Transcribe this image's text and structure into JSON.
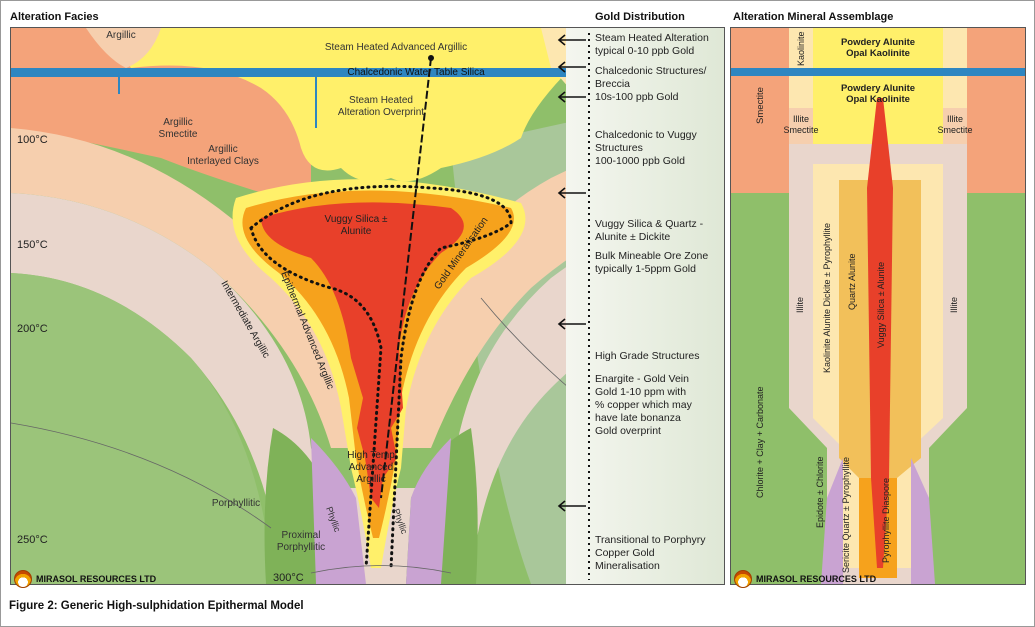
{
  "headers": {
    "alteration_facies": "Alteration Facies",
    "gold_distribution": "Gold Distribution",
    "assemblage": "Alteration Mineral Assemblage"
  },
  "facies": {
    "argillic_top": "Argillic",
    "steam_heated_argillic": "Steam Heated Advanced Argillic",
    "water_table": "Chalcedonic Water Table Silica",
    "steam_heated_overprint_1": "Steam Heated",
    "steam_heated_overprint_2": "Alteration Overprint",
    "argillic_smectite_1": "Argillic",
    "argillic_smectite_2": "Smectite",
    "argillic_interlayered_1": "Argillic",
    "argillic_interlayered_2": "Interlayed Clays",
    "vuggy_1": "Vuggy Silica ±",
    "vuggy_2": "Alunite",
    "gold_mineralisation": "Gold Mineralisation",
    "epithermal_advanced_argillic": "Epithermal Advanced Argillic",
    "intermediate_argillic": "Intermediate Argillic",
    "high_temp_1": "High Temp",
    "high_temp_2": "Advanced",
    "high_temp_3": "Argillic",
    "phyllic_left": "Phyllic",
    "phyllic_right": "Phyllic",
    "porphyllitic": "Porphyllitic",
    "proximal_1": "Proximal",
    "proximal_2": "Porphyllitic"
  },
  "temperatures": [
    "100°C",
    "150°C",
    "200°C",
    "250°C",
    "300°C"
  ],
  "gold_distribution": [
    {
      "lines": [
        "Steam Heated Alteration",
        "typical 0-10 ppb Gold"
      ]
    },
    {
      "lines": [
        "Chalcedonic Structures/",
        "Breccia",
        "10s-100 ppb Gold"
      ]
    },
    {
      "lines": [
        "Chalcedonic to Vuggy",
        "Structures",
        "100-1000 ppb Gold"
      ]
    },
    {
      "lines": [
        "Vuggy Silica & Quartz -",
        "Alunite ± Dickite"
      ]
    },
    {
      "lines": [
        "Bulk Mineable Ore Zone",
        "typically 1-5ppm Gold"
      ]
    },
    {
      "lines": [
        "High Grade Structures"
      ]
    },
    {
      "lines": [
        "Enargite - Gold Vein",
        "Gold 1-10 ppm with",
        "% copper which may",
        "have late bonanza",
        "Gold overprint"
      ]
    },
    {
      "lines": [
        "Transitional to Porphyry",
        "Copper Gold",
        "Mineralisation"
      ]
    }
  ],
  "assemblage": {
    "kaolinite": "Kaolinite",
    "powdery_top_1": "Powdery Alunite",
    "powdery_top_2": "Opal Kaolinite",
    "powdery_mid_1": "Powdery Alunite",
    "powdery_mid_2": "Opal Kaolinite",
    "smectite": "Smectite",
    "illite_smectite_left_1": "Illite",
    "illite_smectite_left_2": "Smectite",
    "illite_smectite_right_1": "Illite",
    "illite_smectite_right_2": "Smectite",
    "illite_left": "Illite",
    "illite_right": "Illite",
    "kaolinite_alunite": "Kaolinite Alunite Dickite ± Pyrophyllite",
    "quartz_alunite": "Quartz Alunite",
    "vuggy_silica": "Vuggy Silica ± Alunite",
    "chlorite_clay": "Chlorite + Clay + Carbonate",
    "epidote_chlorite": "Epidote ± Chlorite",
    "sericite": "Sericite Quartz ± Pyrophyllite",
    "pyrophyllite": "Pyrophyllite Diaspore"
  },
  "logo_text": "MIRASOL RESOURCES LTD",
  "caption": "Figure 2: Generic High-sulphidation Epithermal Model",
  "colors": {
    "green": "#8fbf6a",
    "salmon": "#f4a37a",
    "peach": "#f6cfae",
    "pink": "#e9d6cc",
    "yellow": "#fff06a",
    "orange": "#f6a21c",
    "red": "#e8402a",
    "lilac": "#c9a3d2",
    "blue": "#2e86c1"
  }
}
